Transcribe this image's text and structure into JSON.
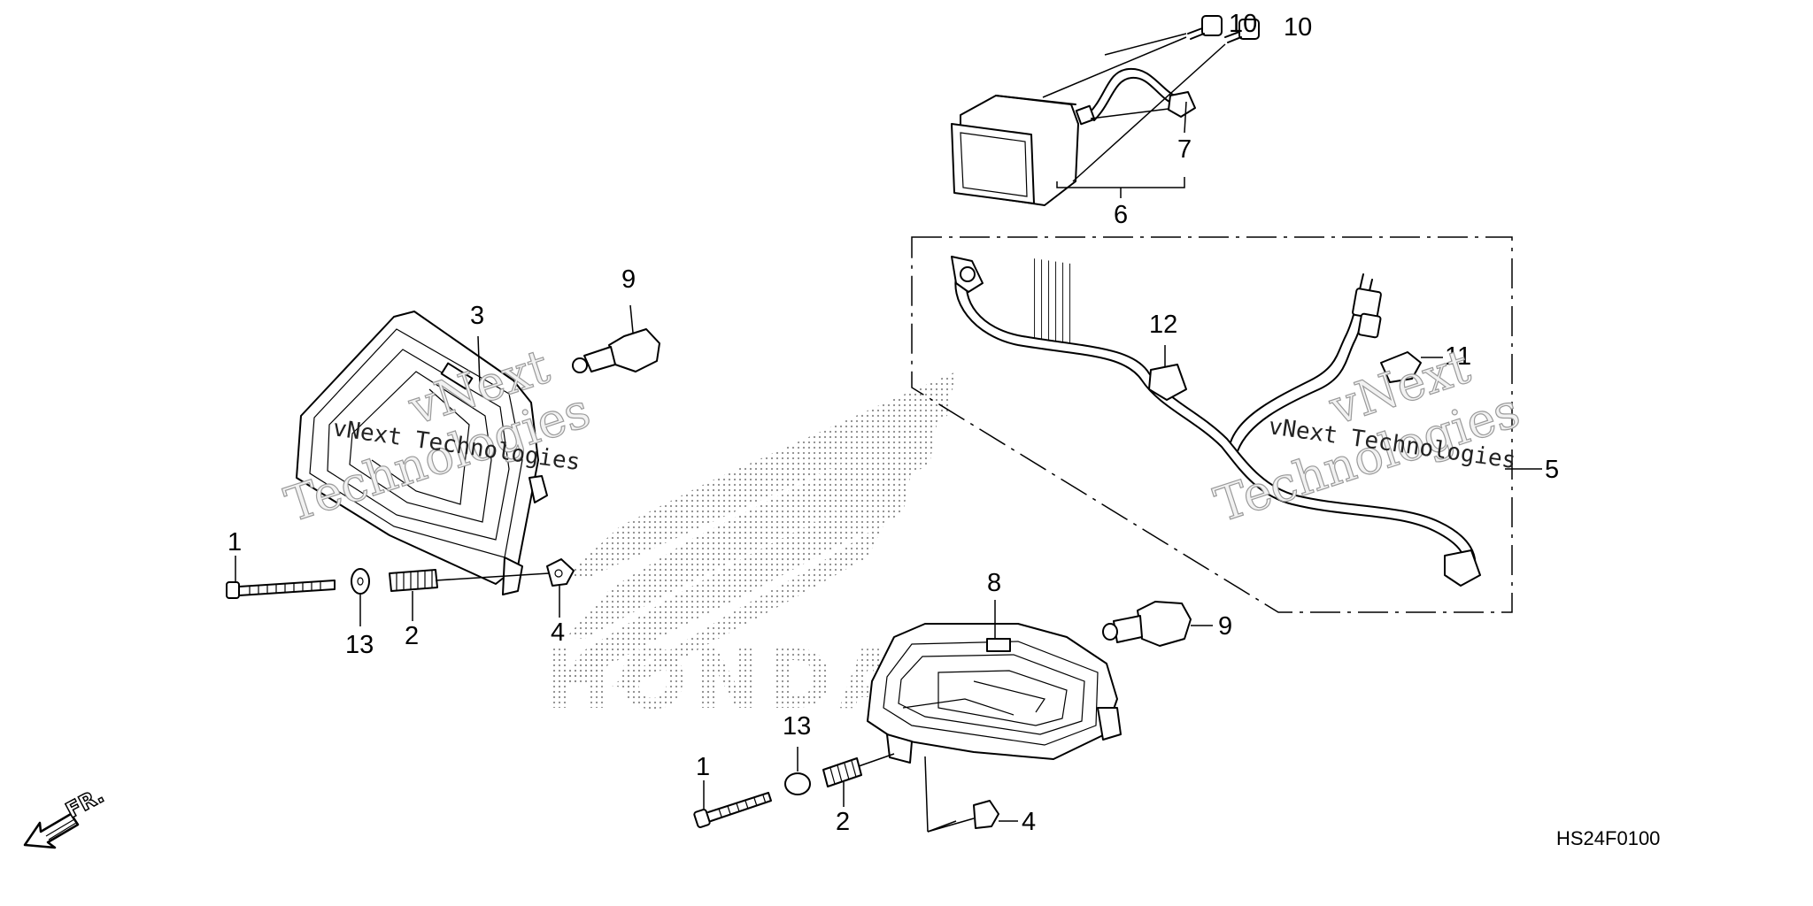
{
  "diagram": {
    "callouts": [
      {
        "id": "c1a",
        "text": "1"
      },
      {
        "id": "c1b",
        "text": "1"
      },
      {
        "id": "c2a",
        "text": "2"
      },
      {
        "id": "c2b",
        "text": "2"
      },
      {
        "id": "c3",
        "text": "3"
      },
      {
        "id": "c4a",
        "text": "4"
      },
      {
        "id": "c4b",
        "text": "4"
      },
      {
        "id": "c5",
        "text": "5"
      },
      {
        "id": "c6",
        "text": "6"
      },
      {
        "id": "c7",
        "text": "7"
      },
      {
        "id": "c8",
        "text": "8"
      },
      {
        "id": "c9a",
        "text": "9"
      },
      {
        "id": "c9b",
        "text": "9"
      },
      {
        "id": "c10a",
        "text": "10"
      },
      {
        "id": "c10b",
        "text": "10"
      },
      {
        "id": "c11",
        "text": "11"
      },
      {
        "id": "c12",
        "text": "12"
      },
      {
        "id": "c13a",
        "text": "13"
      },
      {
        "id": "c13b",
        "text": "13"
      }
    ],
    "front_arrow_label": "FR.",
    "diagram_code": "HS24F0100",
    "watermark_text": "vNext Technologies",
    "watermark_line1": "vNext",
    "watermark_line2": "Technologies",
    "brand_watermark": "HONDA"
  }
}
